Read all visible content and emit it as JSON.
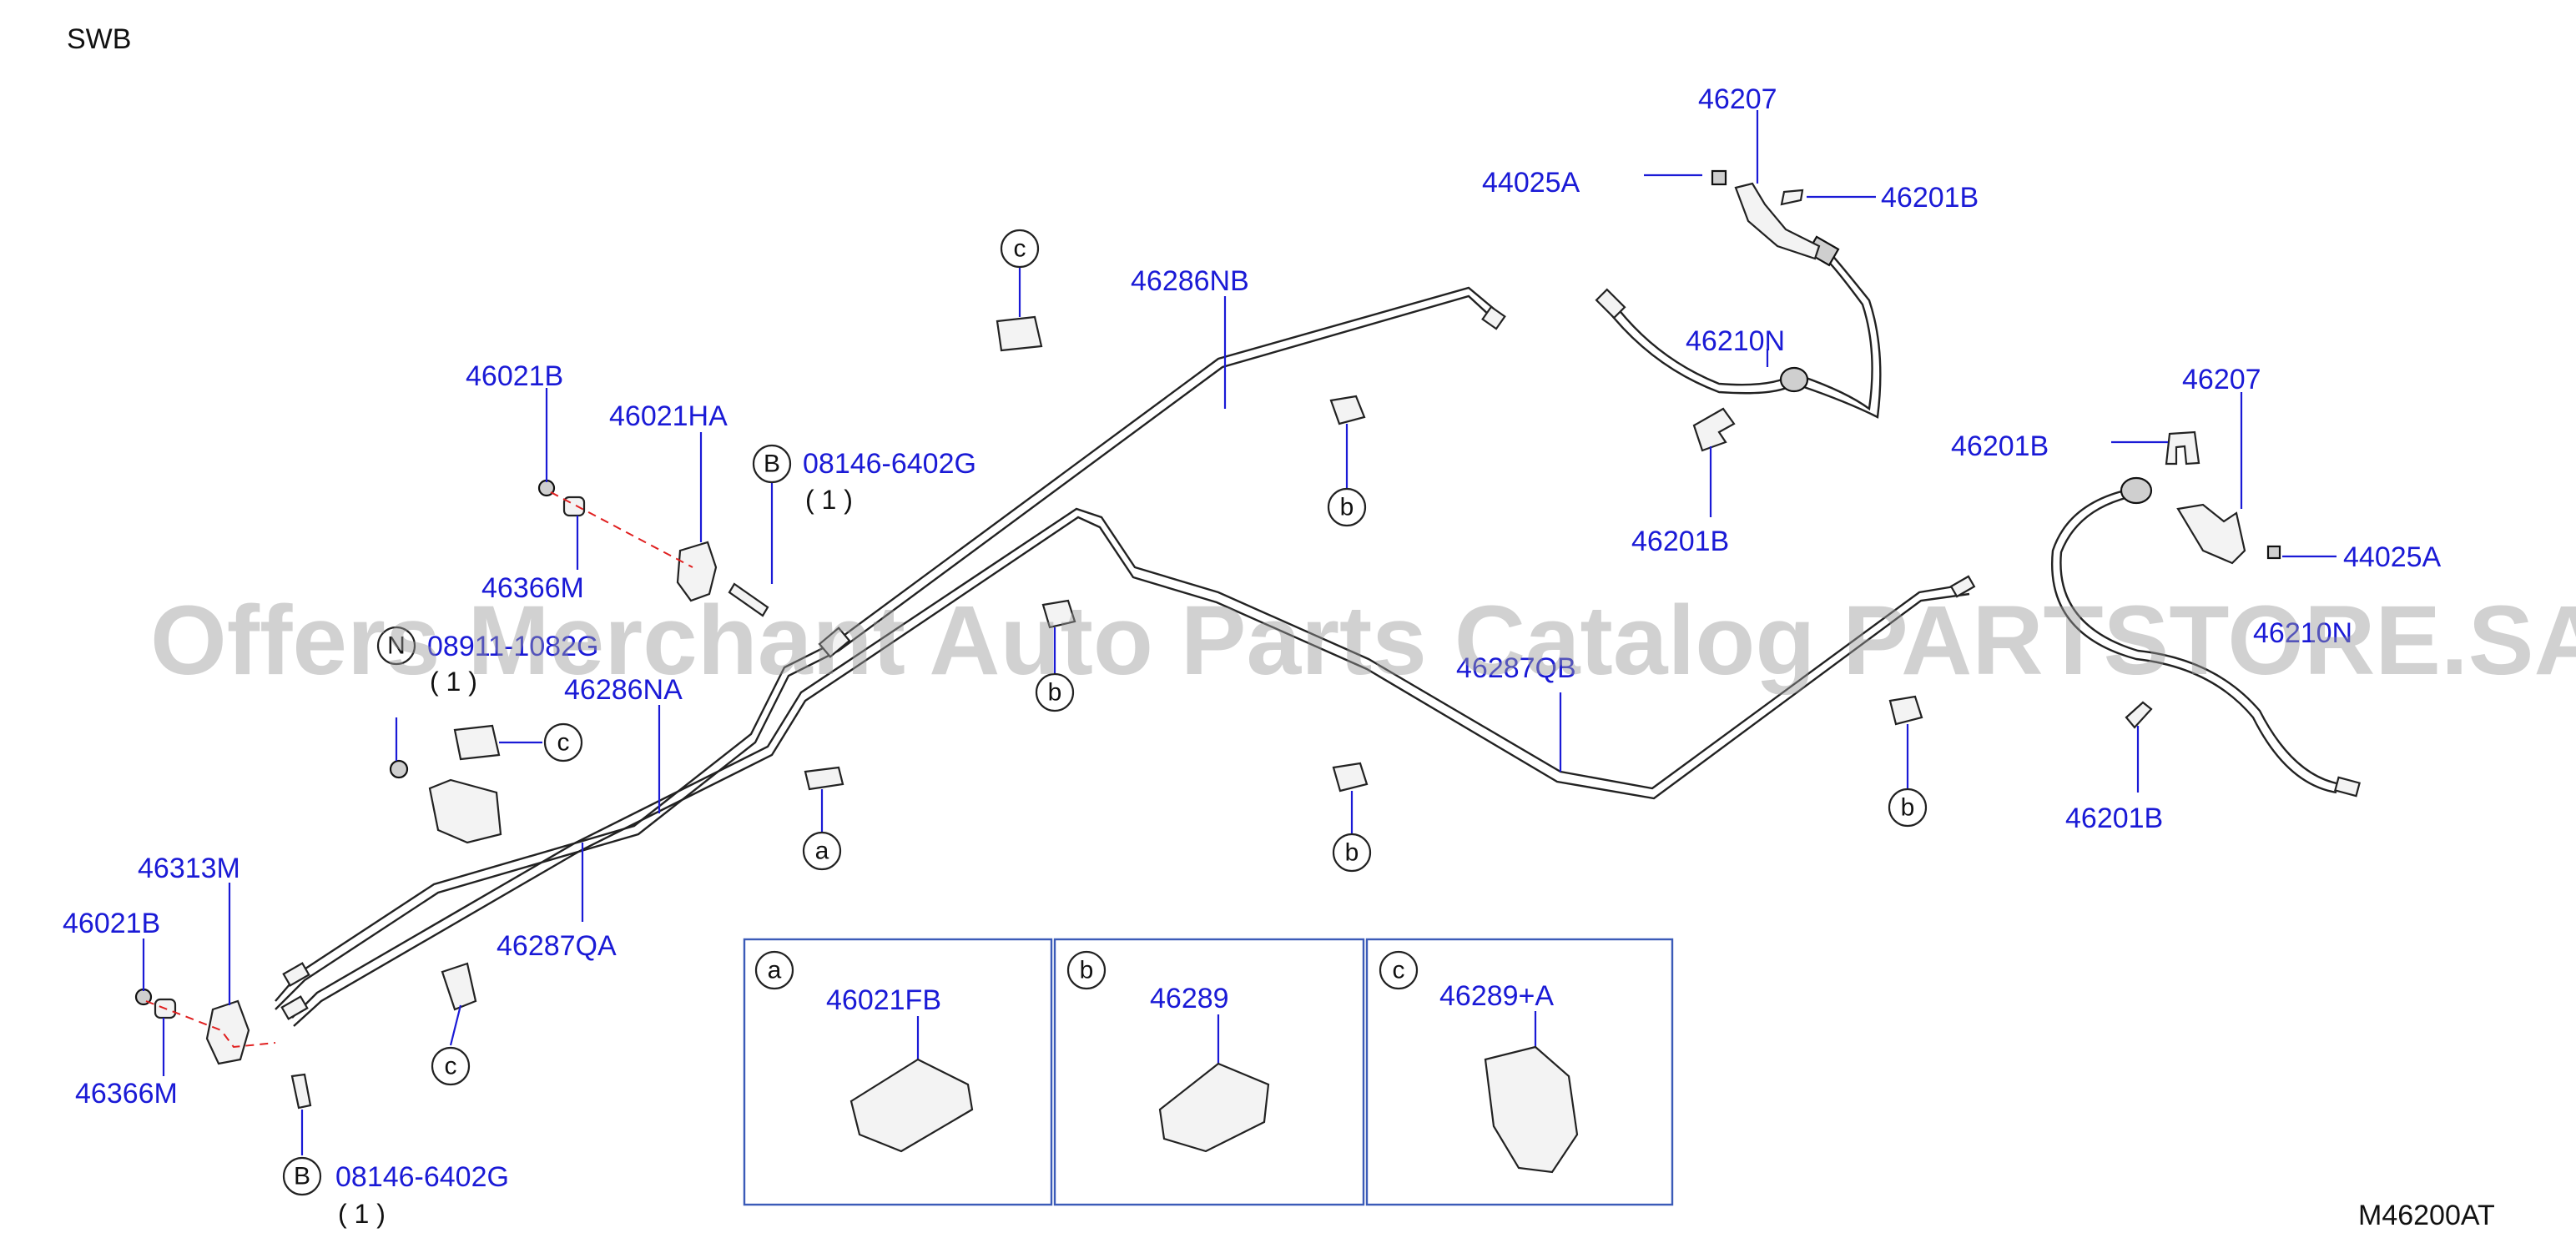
{
  "title": "SWB",
  "diagram_code": "M46200AT",
  "watermark": "Offers Merchant Auto Parts Catalog PARTSTORE.SA",
  "callouts": {
    "p46207_top": "46207",
    "p44025A_top": "44025A",
    "p46201B_top": "46201B",
    "p46286NB": "46286NB",
    "p46210N_mid": "46210N",
    "p46201B_mid": "46201B",
    "p46207_right": "46207",
    "p46201B_right": "46201B",
    "p44025A_right": "44025A",
    "p46210N_right": "46210N",
    "p46201B_lowright": "46201B",
    "p46021B_top": "46021B",
    "p46021HA": "46021HA",
    "p08146_top": "08146-6402G",
    "qty_top": "( 1 )",
    "p46366M_top": "46366M",
    "p08911": "08911-1082G",
    "qty_mid": "( 1 )",
    "p46286NA": "46286NA",
    "p46287QB": "46287QB",
    "p46313M": "46313M",
    "p46021B_bottom": "46021B",
    "p46287QA": "46287QA",
    "p46366M_bottom": "46366M",
    "p08146_bottom": "08146-6402G",
    "qty_bottom": "( 1 )"
  },
  "markers": {
    "a": "a",
    "b": "b",
    "c": "c",
    "B": "B",
    "N": "N"
  },
  "legend_boxes": [
    {
      "letter": "a",
      "part": "46021FB"
    },
    {
      "letter": "b",
      "part": "46289"
    },
    {
      "letter": "c",
      "part": "46289+A"
    }
  ],
  "colors": {
    "part_number": "#1a1ad6",
    "leader_line": "#1a1ad6",
    "legend_border": "#3b5bb8",
    "guide_line": "#e02020"
  }
}
